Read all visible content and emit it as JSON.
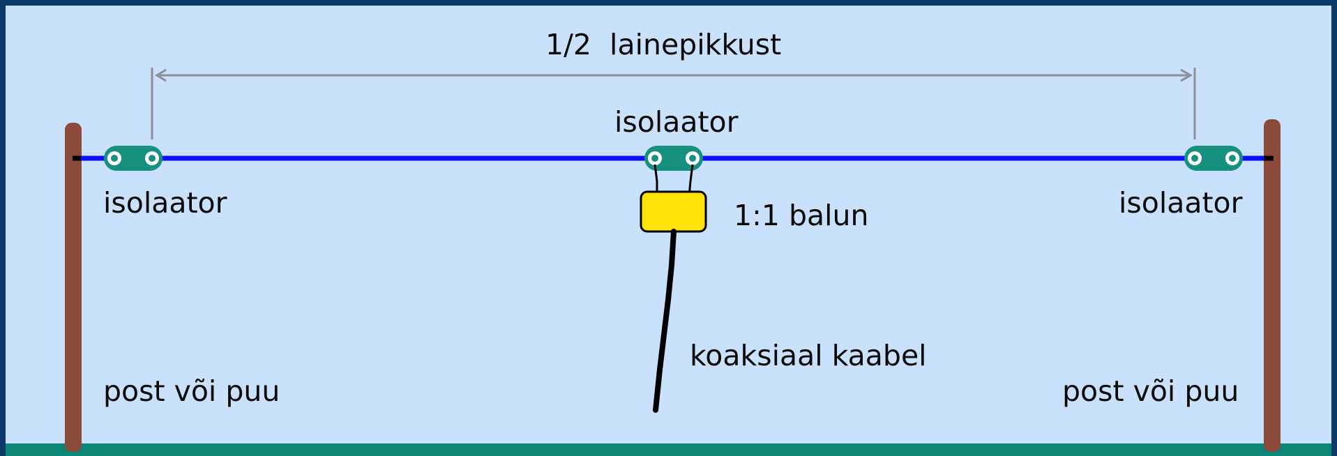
{
  "colors": {
    "frame": "#0b3a6b",
    "sky": "#c9e1fb",
    "ground": "#0e8677",
    "post": "#8b4a3a",
    "antenna_wire": "#0a10ff",
    "insulator": "#18907f",
    "balun": "#ffe208",
    "coax": "#000000",
    "dimension_line": "#8e8e9a"
  },
  "labels": {
    "wavelength": "1/2  lainepikkust",
    "insulator_left": "isolaator",
    "insulator_center": "isolaator",
    "insulator_right": "isolaator",
    "balun": "1:1 balun",
    "coax": "koaksiaal kaabel",
    "post_left": "post või puu",
    "post_right": "post või puu"
  }
}
